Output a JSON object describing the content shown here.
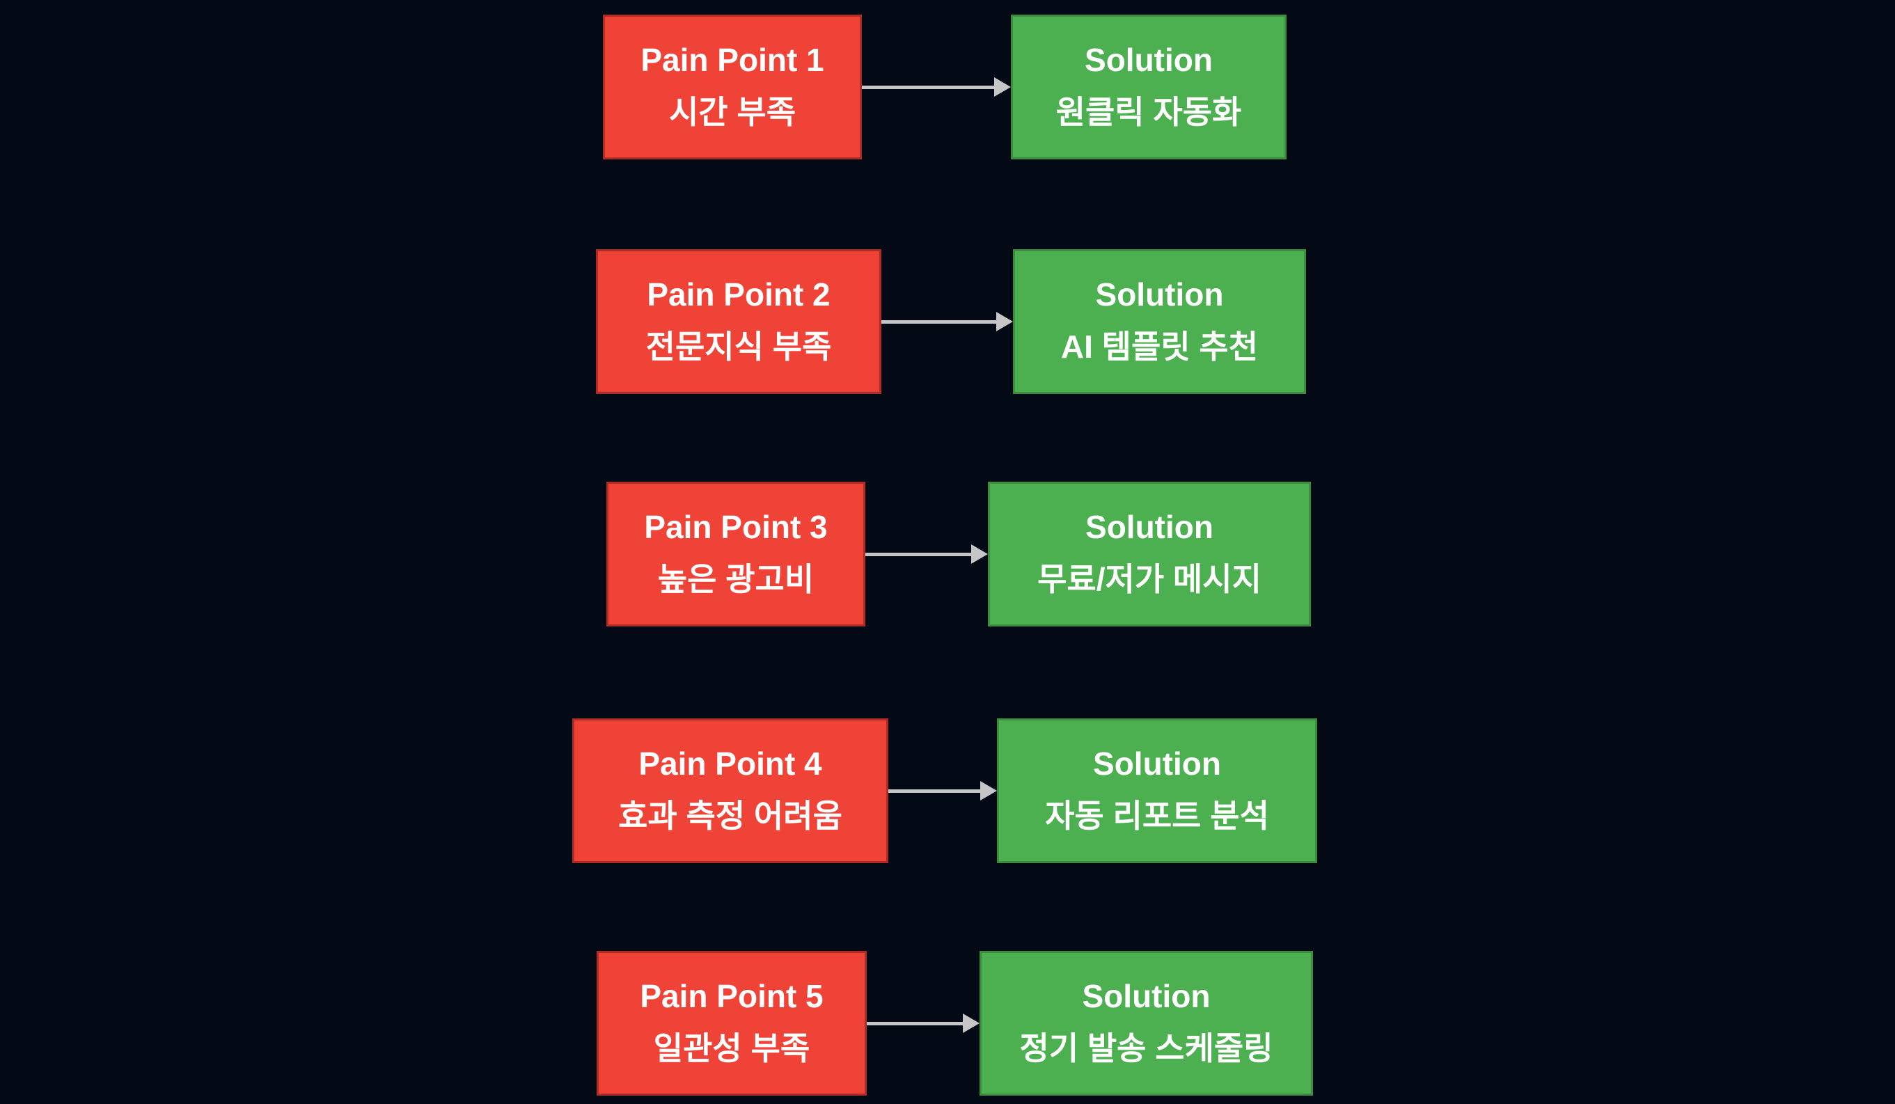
{
  "diagram": {
    "type": "pain-point-to-solution-mapping",
    "colors": {
      "background": "#030a16",
      "pain_fill": "#ef4337",
      "pain_border": "#ad2c25",
      "solution_fill": "#4caf50",
      "solution_border": "#3c8d40",
      "arrow": "#c6c6c6",
      "text": "#ffffff"
    },
    "rows": [
      {
        "pain": {
          "title": "Pain Point 1",
          "subtitle": "시간 부족"
        },
        "solution": {
          "title": "Solution",
          "subtitle": "원클릭 자동화"
        }
      },
      {
        "pain": {
          "title": "Pain Point 2",
          "subtitle": "전문지식 부족"
        },
        "solution": {
          "title": "Solution",
          "subtitle": "AI 템플릿 추천"
        }
      },
      {
        "pain": {
          "title": "Pain Point 3",
          "subtitle": "높은 광고비"
        },
        "solution": {
          "title": "Solution",
          "subtitle": "무료/저가 메시지"
        }
      },
      {
        "pain": {
          "title": "Pain Point 4",
          "subtitle": "효과 측정 어려움"
        },
        "solution": {
          "title": "Solution",
          "subtitle": "자동 리포트 분석"
        }
      },
      {
        "pain": {
          "title": "Pain Point 5",
          "subtitle": "일관성 부족"
        },
        "solution": {
          "title": "Solution",
          "subtitle": "정기 발송 스케줄링"
        }
      }
    ]
  }
}
